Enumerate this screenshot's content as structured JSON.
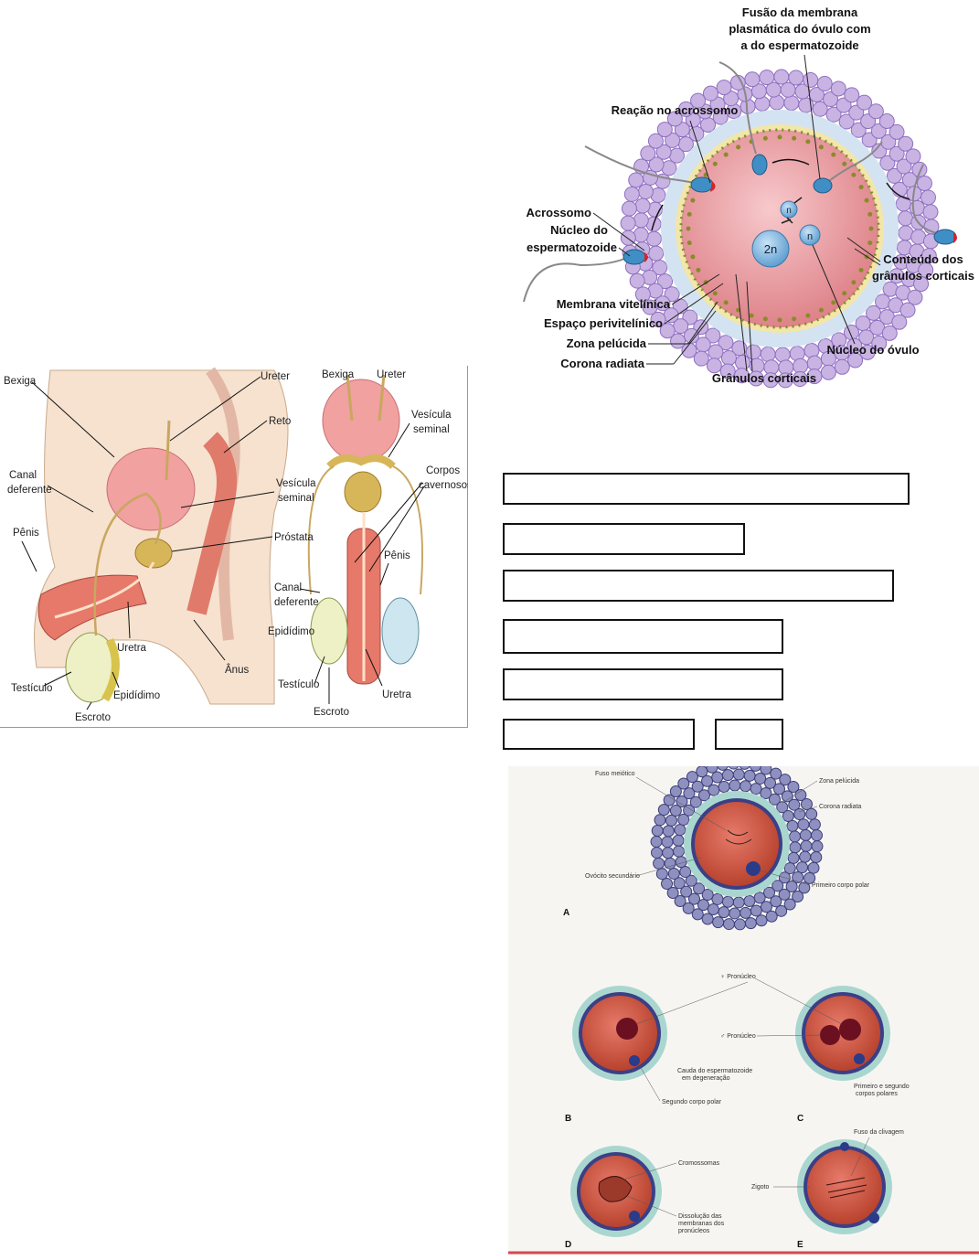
{
  "fertilization": {
    "labels": {
      "membrane_fusion_1": "Fusão da membrana",
      "membrane_fusion_2": "plasmática do óvulo com",
      "membrane_fusion_3": "a do espermatozoide",
      "acrosome_reaction": "Reação no acrossomo",
      "acrosome": "Acrossomo",
      "sperm_nucleus_1": "Núcleo do",
      "sperm_nucleus_2": "espermatozoide",
      "cortical_content_1": "Conteúdo dos",
      "cortical_content_2": "grânulos corticais",
      "vitelline_membrane": "Membrana vitelínica",
      "perivitelline_space": "Espaço perivitelínico",
      "zona_pellucida": "Zona pelúcida",
      "corona_radiata": "Corona radiata",
      "cortical_granules": "Grânulos corticais",
      "ovum_nucleus": "Núcleo do óvulo",
      "n1": "n",
      "n2": "n",
      "two_n": "2n"
    }
  },
  "male_anatomy": {
    "lateral": {
      "bexiga": "Bexiga",
      "ureter": "Ureter",
      "reto": "Reto",
      "canal_1": "Canal",
      "canal_2": "deferente",
      "vesicula_1": "Vesícula",
      "vesicula_2": "seminal",
      "prostata": "Próstata",
      "penis": "Pênis",
      "uretra": "Uretra",
      "anus": "Ânus",
      "testiculo": "Testículo",
      "epididimo": "Epidídimo",
      "escroto": "Escroto"
    },
    "frontal": {
      "bexiga": "Bexiga",
      "ureter": "Ureter",
      "vesicula_1": "Vesícula",
      "vesicula_2": "seminal",
      "corpos_1": "Corpos",
      "corpos_2": "cavernosos",
      "penis": "Pênis",
      "canal_1": "Canal",
      "canal_2": "deferente",
      "epididimo": "Epidídimo",
      "testiculo": "Testículo",
      "escroto": "Escroto",
      "uretra": "Uretra"
    }
  },
  "zygote_stages": {
    "a": {
      "letter": "A",
      "fuso": "Fuso meiótico",
      "zona": "Zona pelúcida",
      "corona": "Corona radiata",
      "ovocito": "Ovócito secundário",
      "corpo": "Primeiro corpo polar"
    },
    "b": {
      "letter": "B",
      "cauda_1": "Cauda do espermatozoide",
      "cauda_2": "em degeneração",
      "segundo": "Segundo corpo polar"
    },
    "c": {
      "letter": "C",
      "f_pronucleo": "♀ Pronúcleo",
      "m_pronucleo": "♂ Pronúcleo",
      "corpos_1": "Primeiro e segundo",
      "corpos_2": "corpos polares"
    },
    "d": {
      "letter": "D",
      "cromossomos": "Cromossomas",
      "dissol_1": "Dissolução das",
      "dissol_2": "membranas dos",
      "dissol_3": "pronúcleos"
    },
    "e": {
      "letter": "E",
      "fuso": "Fuso da clivagem",
      "zigoto": "Zigoto"
    }
  },
  "colors": {
    "ovum": "#e9a0a4",
    "corona_cell": "#c9b3e3",
    "zona": "#c9dcef",
    "sperm_head": "#3f8fc6",
    "acrosome_red": "#d4242a"
  }
}
